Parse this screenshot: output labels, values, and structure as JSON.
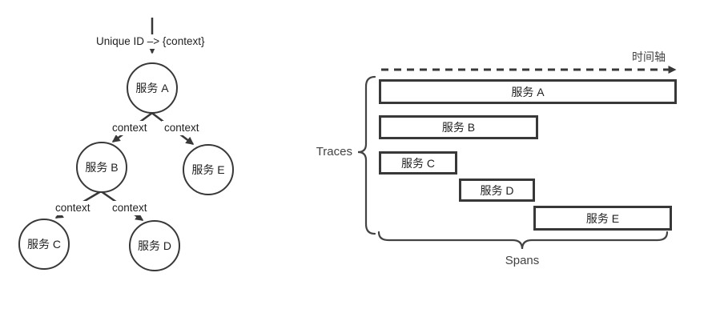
{
  "colors": {
    "background": "#ffffff",
    "stroke": "#383838",
    "text": "#1f1f1f",
    "annotation": "#434343",
    "node_fill": "#ffffff"
  },
  "tree": {
    "propagation_label": "Unique ID –> {context}",
    "nodes": {
      "a": "服务 A",
      "b": "服务 B",
      "c": "服务 C",
      "d": "服务 D",
      "e": "服务 E"
    },
    "edge_labels": {
      "a_to_b": "context",
      "a_to_e": "context",
      "b_to_c": "context",
      "b_to_d": "context"
    }
  },
  "timeline": {
    "axis_label": "时间轴",
    "traces_label": "Traces",
    "spans_label": "Spans",
    "bars": [
      {
        "label": "服务 A"
      },
      {
        "label": "服务 B"
      },
      {
        "label": "服务 C"
      },
      {
        "label": "服务 D"
      },
      {
        "label": "服务 E"
      }
    ]
  }
}
